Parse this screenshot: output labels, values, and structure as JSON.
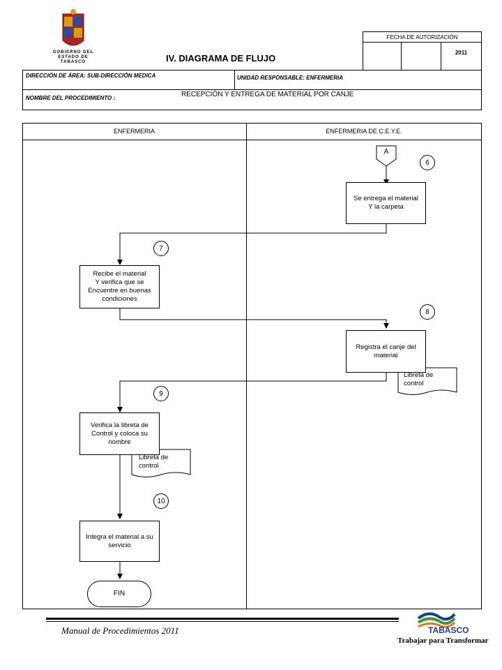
{
  "header": {
    "title": "IV. DIAGRAMA  DE FLUJO",
    "logo_text": "GOBIERNO DEL ESTADO DE TABASCO",
    "auth_label": "FECHA DE AUTORIZACIÓN",
    "auth_year": "2011",
    "direccion": "DIRECCIÓN DE ÁREA: SUB-DIRECCIÓN MEDICA",
    "unidad": "UNIDAD RESPONSABLE: ENFERMERIA",
    "procedimiento_label": "NOMBRE DEL PROCEDIMIENTO :",
    "procedimiento": "RECEPCIÓN Y ENTREGA DE MATERIAL POR CANJE"
  },
  "lanes": [
    "ENFERMERIA",
    "ENFERMERIA DE C.E.Y.E."
  ],
  "connector": "A",
  "steps": {
    "s6": {
      "num": "6",
      "text": "Se entrega el material\nY la carpeta"
    },
    "s7": {
      "num": "7",
      "text": "Recibe el material\nY verifica que se\nEncuentre en buenas\ncondiciones"
    },
    "s8": {
      "num": "8",
      "text": "Registra el canje del\nmaterial"
    },
    "s9": {
      "num": "9",
      "text": "Verifica la libreta de\nControl y coloca su\nnombre"
    },
    "s10": {
      "num": "10",
      "text": "Integra el material a su\nservicio"
    },
    "end": "FIN"
  },
  "documents": {
    "doc1": "Libreta de\ncontrol",
    "doc2": "Libreta de\ncontrol"
  },
  "footer": {
    "manual": "Manual de Procedimientos 2011",
    "brand": "TABASCO",
    "slogan": "Trabajar para Transformar"
  },
  "colors": {
    "line": "#000000",
    "shield_red": "#b22222",
    "shield_gold": "#d4a017",
    "brand_blue": "#1f3c88",
    "brand_green": "#3a9a3a",
    "brand_orange": "#e8731a"
  }
}
